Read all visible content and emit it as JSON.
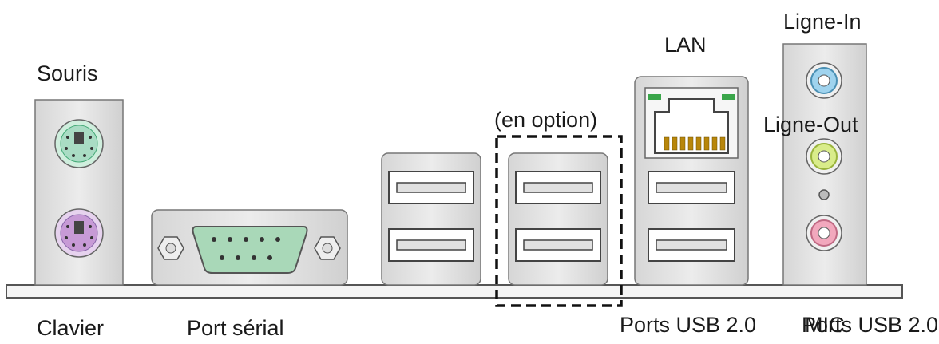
{
  "labels": {
    "souris": "Souris",
    "clavier": "Clavier",
    "port_serial": "Port sérial",
    "en_option": "(en option)",
    "lan": "LAN",
    "ligne_in": "Ligne-In",
    "ligne_out": "Ligne-Out",
    "ports_usb_1": "Ports USB 2.0",
    "mic": "MIC",
    "ports_usb_2": "Ports USB 2.0"
  },
  "colors": {
    "mouse_port": "#a9dcc4",
    "keyboard_port": "#c79ad6",
    "serial_port": "#a9d8b8",
    "line_in": "#9fd3ee",
    "line_out": "#d9ec8a",
    "mic": "#f2a8bd",
    "lan_led": "#3aa64a"
  }
}
